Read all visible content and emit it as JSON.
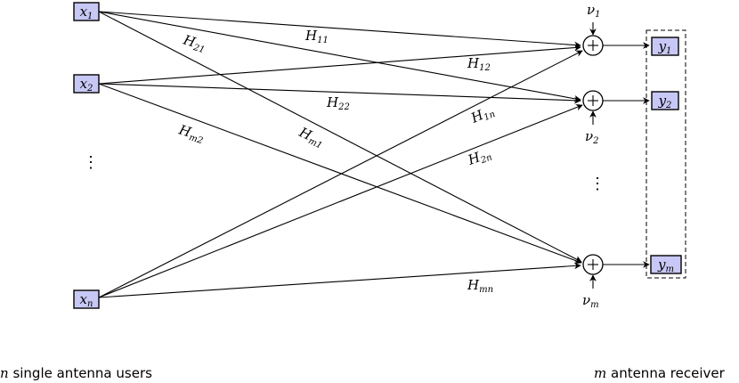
{
  "inputs": [
    {
      "base": "x",
      "sub": "1"
    },
    {
      "base": "x",
      "sub": "2"
    },
    {
      "base": "x",
      "sub": "n"
    }
  ],
  "outputs": [
    {
      "base": "y",
      "sub": "1"
    },
    {
      "base": "y",
      "sub": "2"
    },
    {
      "base": "y",
      "sub": "m"
    }
  ],
  "noise": [
    {
      "base": "ν",
      "sub": "1"
    },
    {
      "base": "ν",
      "sub": "2"
    },
    {
      "base": "ν",
      "sub": "m"
    }
  ],
  "channel_labels": [
    {
      "base": "H",
      "sub": "21"
    },
    {
      "base": "H",
      "sub": "11"
    },
    {
      "base": "H",
      "sub": "12"
    },
    {
      "base": "H",
      "sub": "22"
    },
    {
      "base": "H",
      "sub": "m2"
    },
    {
      "base": "H",
      "sub": "m1"
    },
    {
      "base": "H",
      "sub": "1n"
    },
    {
      "base": "H",
      "sub": "2n"
    },
    {
      "base": "H",
      "sub": "mn"
    }
  ],
  "ellipsis": "⋮",
  "captions": {
    "users": {
      "var": "n",
      "text": " single antenna users"
    },
    "receiver": {
      "var": "m",
      "text": " antenna receiver"
    }
  }
}
